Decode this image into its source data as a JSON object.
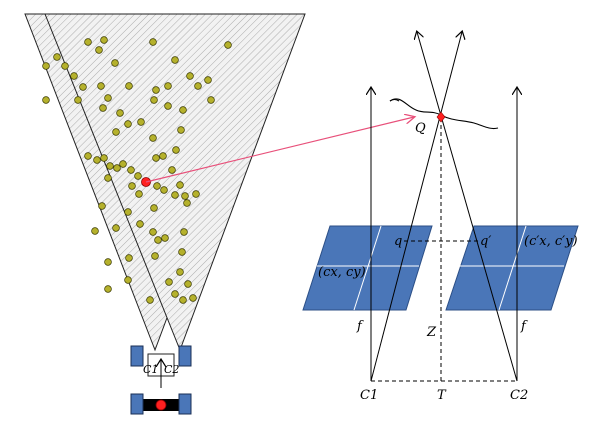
{
  "labels": {
    "Q": "Q",
    "q": "q",
    "q_prime": "q′",
    "c_left": "(cx, cy)",
    "c_right": "(c′x, c′y)",
    "f_left": "f",
    "f_right": "f",
    "Z": "Z",
    "T": "T",
    "C1_bottom": "C1",
    "C2_bottom": "C2",
    "C1_robot": "C1",
    "C2_robot": "C2"
  },
  "colors": {
    "plane_fill": "#4a76b8",
    "plane_stroke": "#2c4f86",
    "feature_point": "#b5b12c",
    "matched_point": "#ff2020",
    "link_arrow": "#e8507a"
  }
}
